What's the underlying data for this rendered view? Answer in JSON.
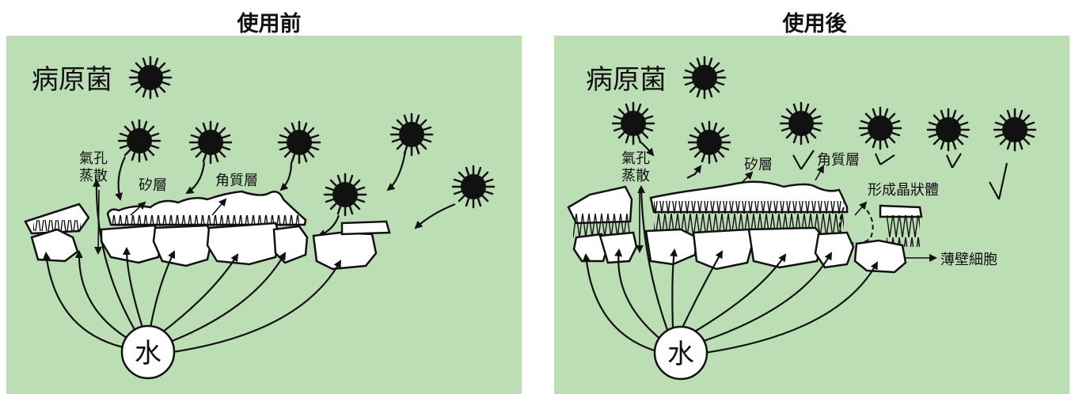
{
  "left": {
    "title": "使用前",
    "pathogen_label": "病原菌",
    "stomata_label_1": "氣孔",
    "stomata_label_2": "蒸散",
    "silicon_layer_label": "矽層",
    "cuticle_label": "角質層",
    "water_label": "水"
  },
  "right": {
    "title": "使用後",
    "pathogen_label": "病原菌",
    "stomata_label_1": "氣孔",
    "stomata_label_2": "蒸散",
    "silicon_layer_label": "矽層",
    "cuticle_label": "角質層",
    "crystal_label": "形成晶狀體",
    "thin_wall_label": "薄壁細胞",
    "water_label": "水"
  },
  "colors": {
    "panel_bg": "#bcdeb5",
    "ink": "#111111",
    "cell_fill": "#ffffff"
  }
}
